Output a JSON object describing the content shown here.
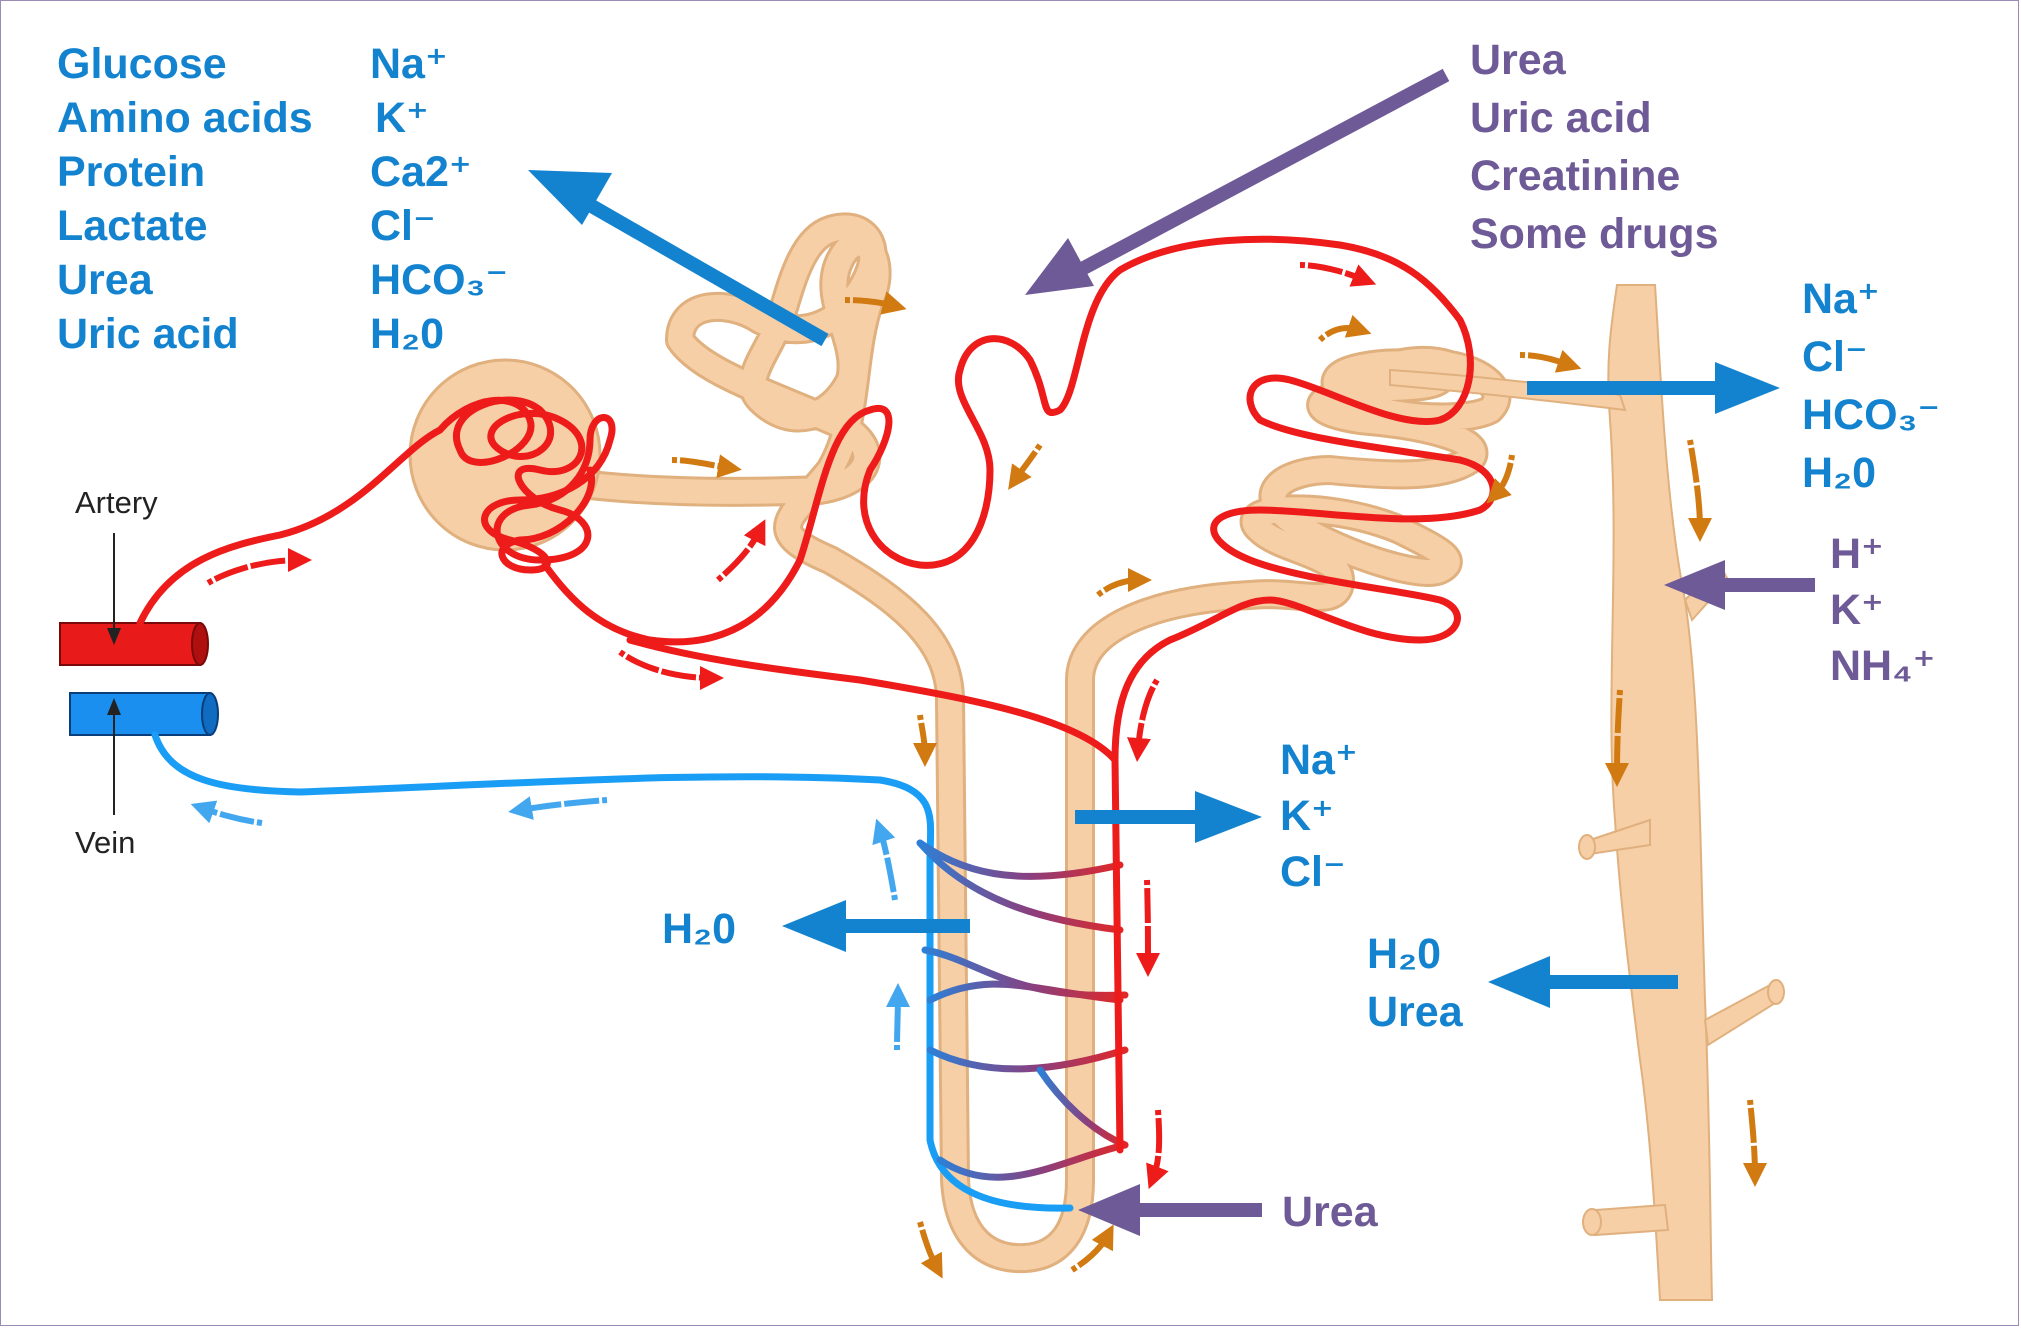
{
  "glomerulus_reabsorbed": {
    "left_col": [
      "Glucose",
      "Amino acids",
      "Protein",
      "Lactate",
      "Urea",
      "Uric acid"
    ],
    "right_col": [
      "Na⁺",
      "K⁺",
      "Ca2⁺",
      "Cl⁻",
      "HCO₃⁻",
      "H₂0"
    ]
  },
  "secreted_top": [
    "Urea",
    "Uric acid",
    "Creatinine",
    "Some drugs"
  ],
  "collecting_duct_out": [
    "Na⁺",
    "Cl⁻",
    "HCO₃⁻",
    "H₂0"
  ],
  "collecting_duct_in": [
    "H⁺",
    "K⁺",
    "NH₄⁺"
  ],
  "ascending_limb_out": [
    "Na⁺",
    "K⁺",
    "Cl⁻"
  ],
  "descending_limb_out": "H₂0",
  "duct_lower_out": [
    "H₂0",
    "Urea"
  ],
  "loop_urea_in": "Urea",
  "vessels": {
    "artery": "Artery",
    "vein": "Vein"
  },
  "colors": {
    "reabsorption": "#1483cf",
    "secretion": "#6e5a96",
    "artery": "#ee1b1b",
    "vein": "#1a9ef5",
    "tubule": "#f6cfa6",
    "flow_arrow": "#d27a12"
  }
}
